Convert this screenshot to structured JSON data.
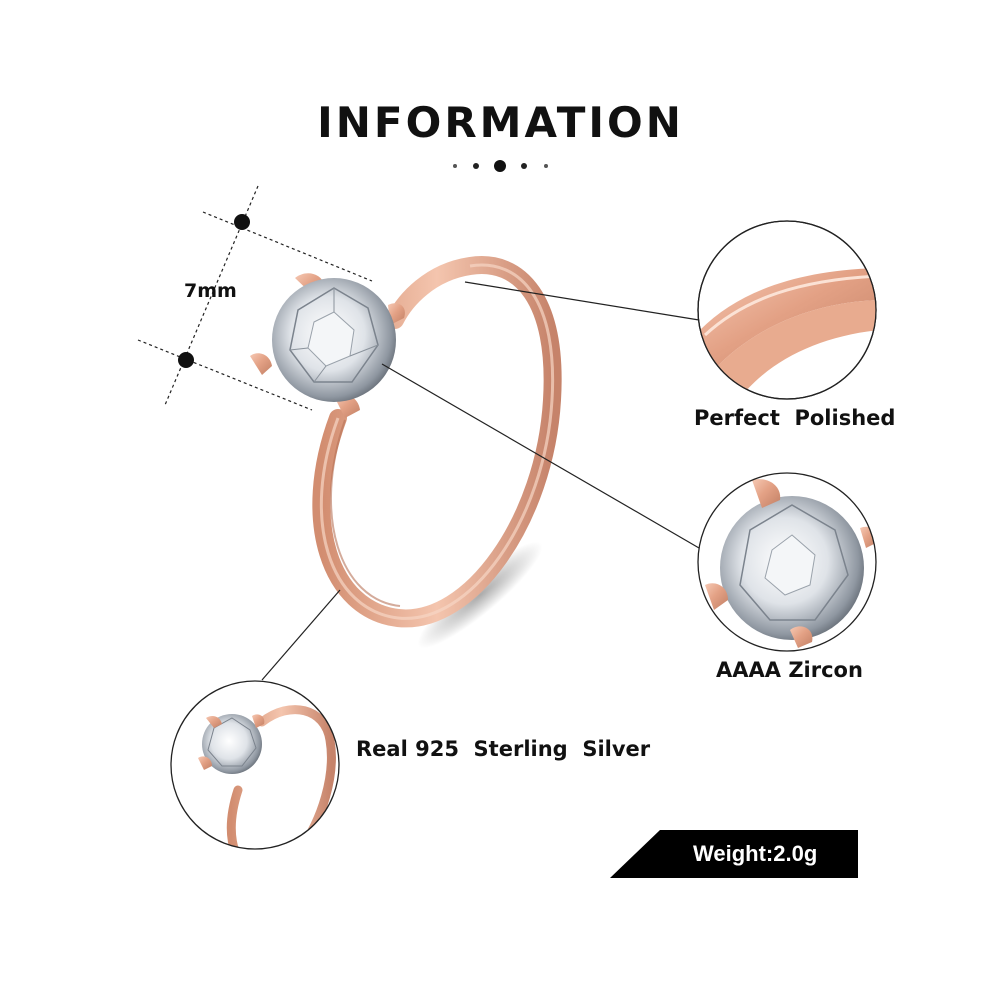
{
  "header": {
    "title": "INFORMATION"
  },
  "labels": {
    "size": "7mm",
    "polish": "Perfect  Polished",
    "zircon": "AAAA Zircon",
    "silver": "Real 925  Sterling  Silver",
    "weight": "Weight:2.0g"
  },
  "colors": {
    "rose_gold": "#e5a68d",
    "rose_gold_dark": "#b97860",
    "text": "#111111",
    "background": "#ffffff",
    "badge": "#000000"
  }
}
